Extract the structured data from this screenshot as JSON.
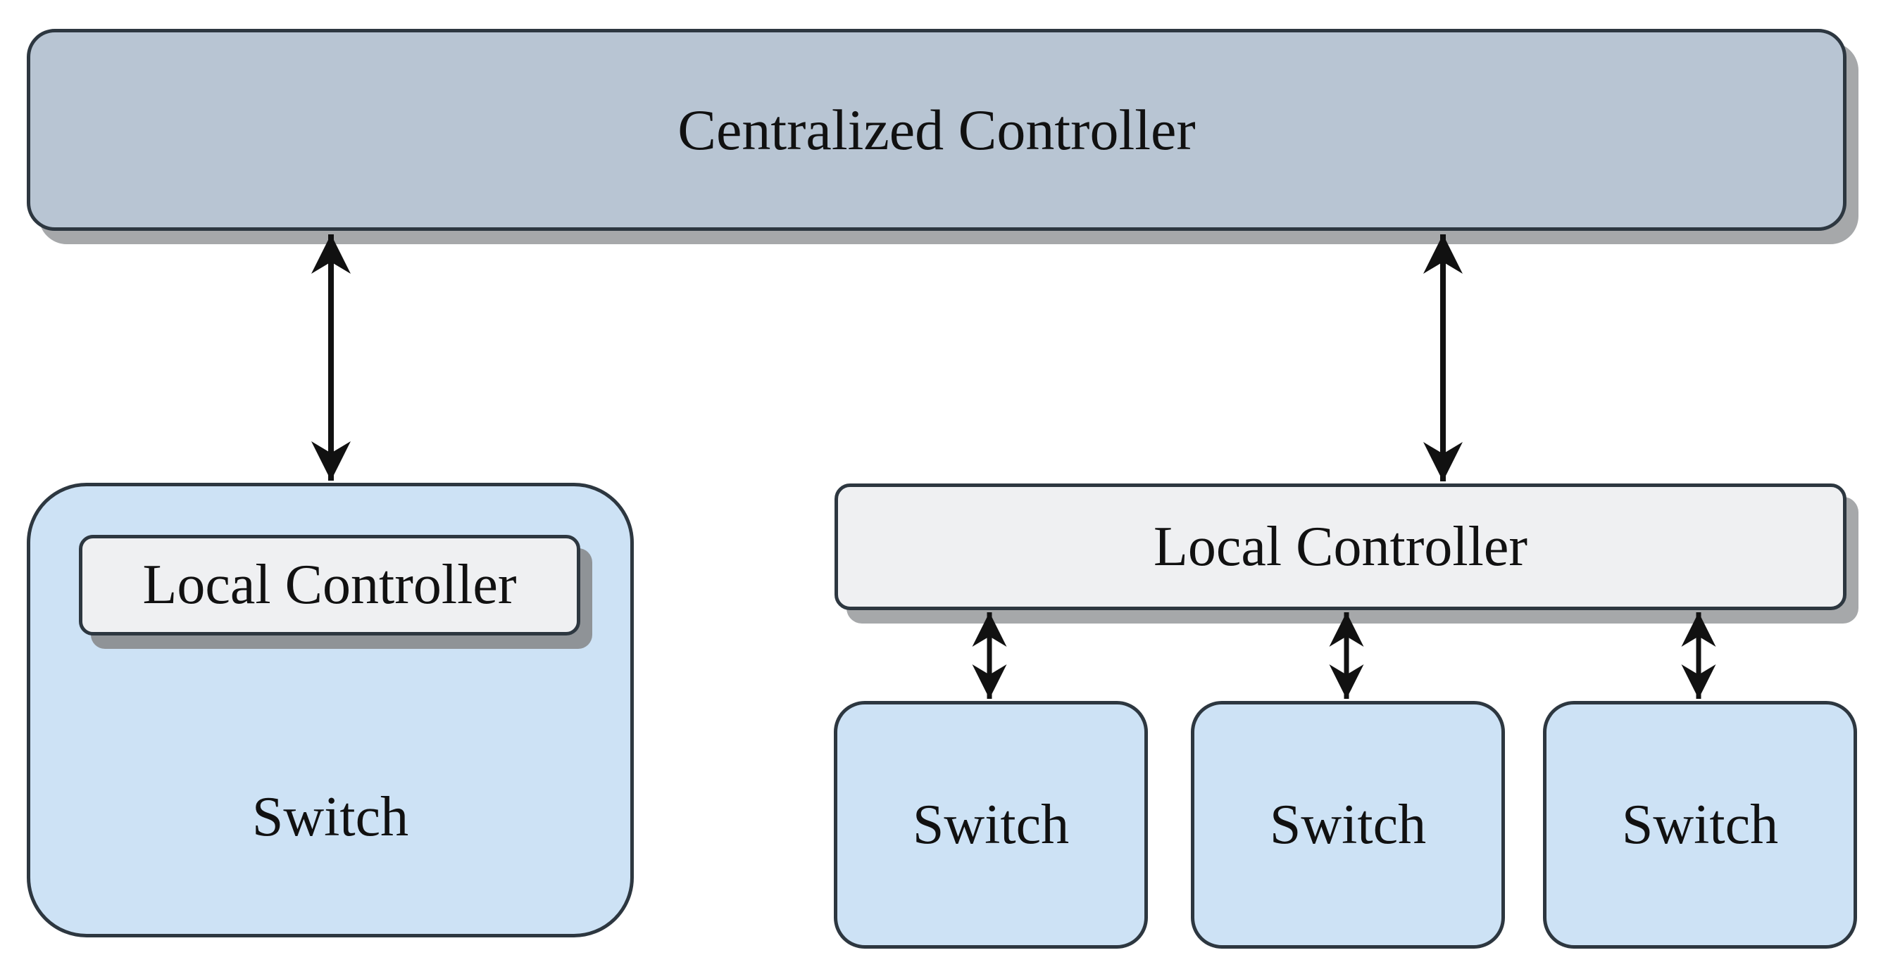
{
  "diagram": {
    "central_controller": "Centralized Controller",
    "left_group": {
      "local_controller": "Local Controller",
      "switch": "Switch"
    },
    "right_group": {
      "local_controller": "Local Controller",
      "switches": [
        "Switch",
        "Switch",
        "Switch"
      ]
    }
  },
  "colors": {
    "central_fill": "#b8c5d3",
    "switch_fill": "#cde2f5",
    "local_controller_fill": "#eff0f2",
    "border": "#2d3740",
    "arrow": "#111111"
  }
}
